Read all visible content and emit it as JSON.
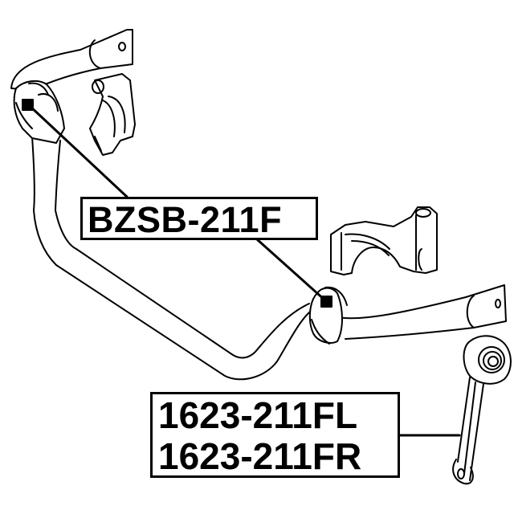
{
  "diagram": {
    "type": "exploded parts diagram - front stabilizer bar",
    "colors": {
      "line": "#000000",
      "background": "#ffffff"
    },
    "callouts": [
      {
        "id": "bushing",
        "part_numbers": [
          "BZSB-211F"
        ],
        "points_to": [
          "left stabilizer bushing",
          "right stabilizer bushing"
        ]
      },
      {
        "id": "link",
        "part_numbers": [
          "1623-211FL",
          "1623-211FR"
        ],
        "points_to": [
          "stabilizer link"
        ]
      }
    ],
    "components": [
      "stabilizer bar",
      "left bushing",
      "left bushing bracket",
      "right bushing",
      "right bushing bracket",
      "stabilizer link"
    ]
  }
}
